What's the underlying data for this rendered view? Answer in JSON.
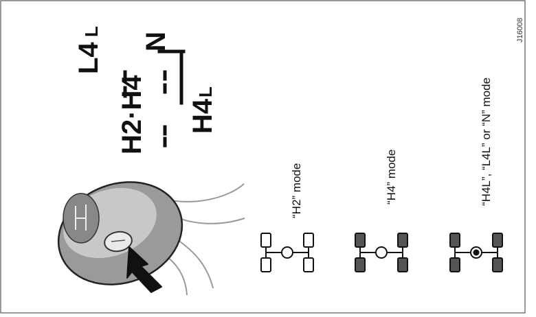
{
  "shift_pattern": {
    "h2_h4": "H2·H4",
    "l4l_main": "L4",
    "l4l_sub": "L",
    "n": "N",
    "h4l_main": "H4",
    "h4l_sub": "L"
  },
  "modes": [
    {
      "label": "“H2” mode",
      "lights": "none"
    },
    {
      "label": "“H4” mode",
      "lights": "none"
    },
    {
      "label": "“H4L”, “L4L” or “N” mode",
      "lights": "center-dot"
    }
  ],
  "figure_code": "J16008",
  "colors": {
    "ink": "#111111",
    "knob_light": "#c8c8c8",
    "knob_dark": "#7a7a7a",
    "frame": "#555555"
  }
}
